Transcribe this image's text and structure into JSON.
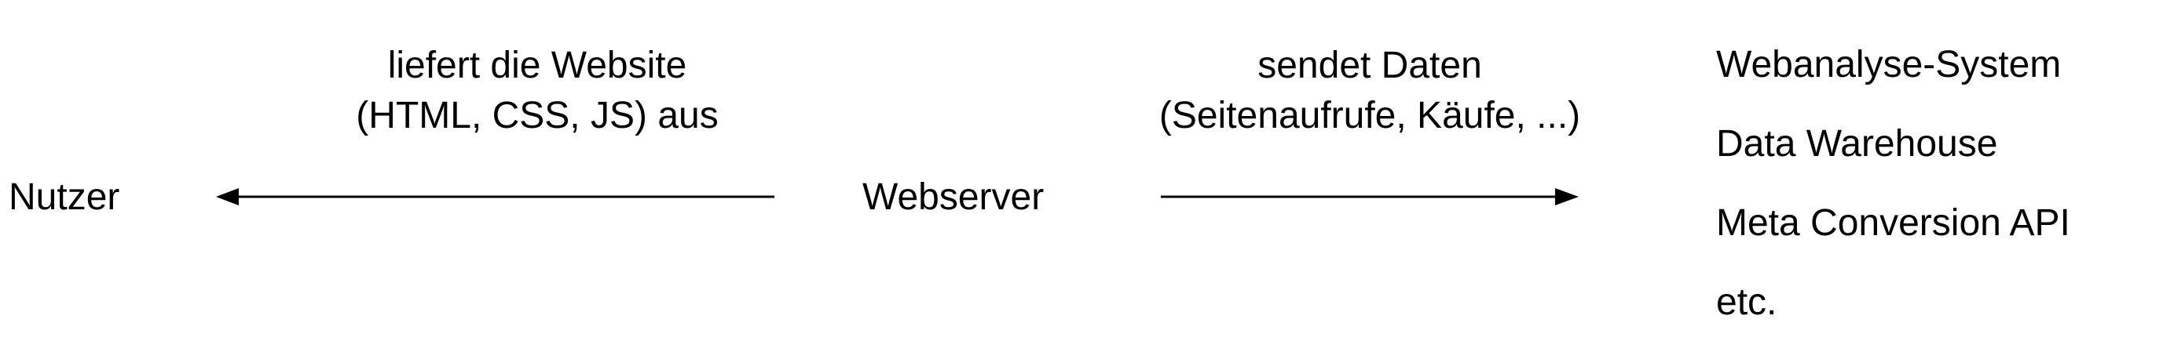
{
  "nodes": {
    "user": "Nutzer",
    "server": "Webserver",
    "targets": [
      "Webanalyse-System",
      "Data Warehouse",
      "Meta Conversion API",
      "etc."
    ]
  },
  "edges": {
    "server_to_user": {
      "line1": "liefert die Website",
      "line2": "(HTML, CSS, JS) aus"
    },
    "server_to_targets": {
      "line1": "sendet Daten",
      "line2": "(Seitenaufrufe, Käufe, ...)"
    }
  }
}
